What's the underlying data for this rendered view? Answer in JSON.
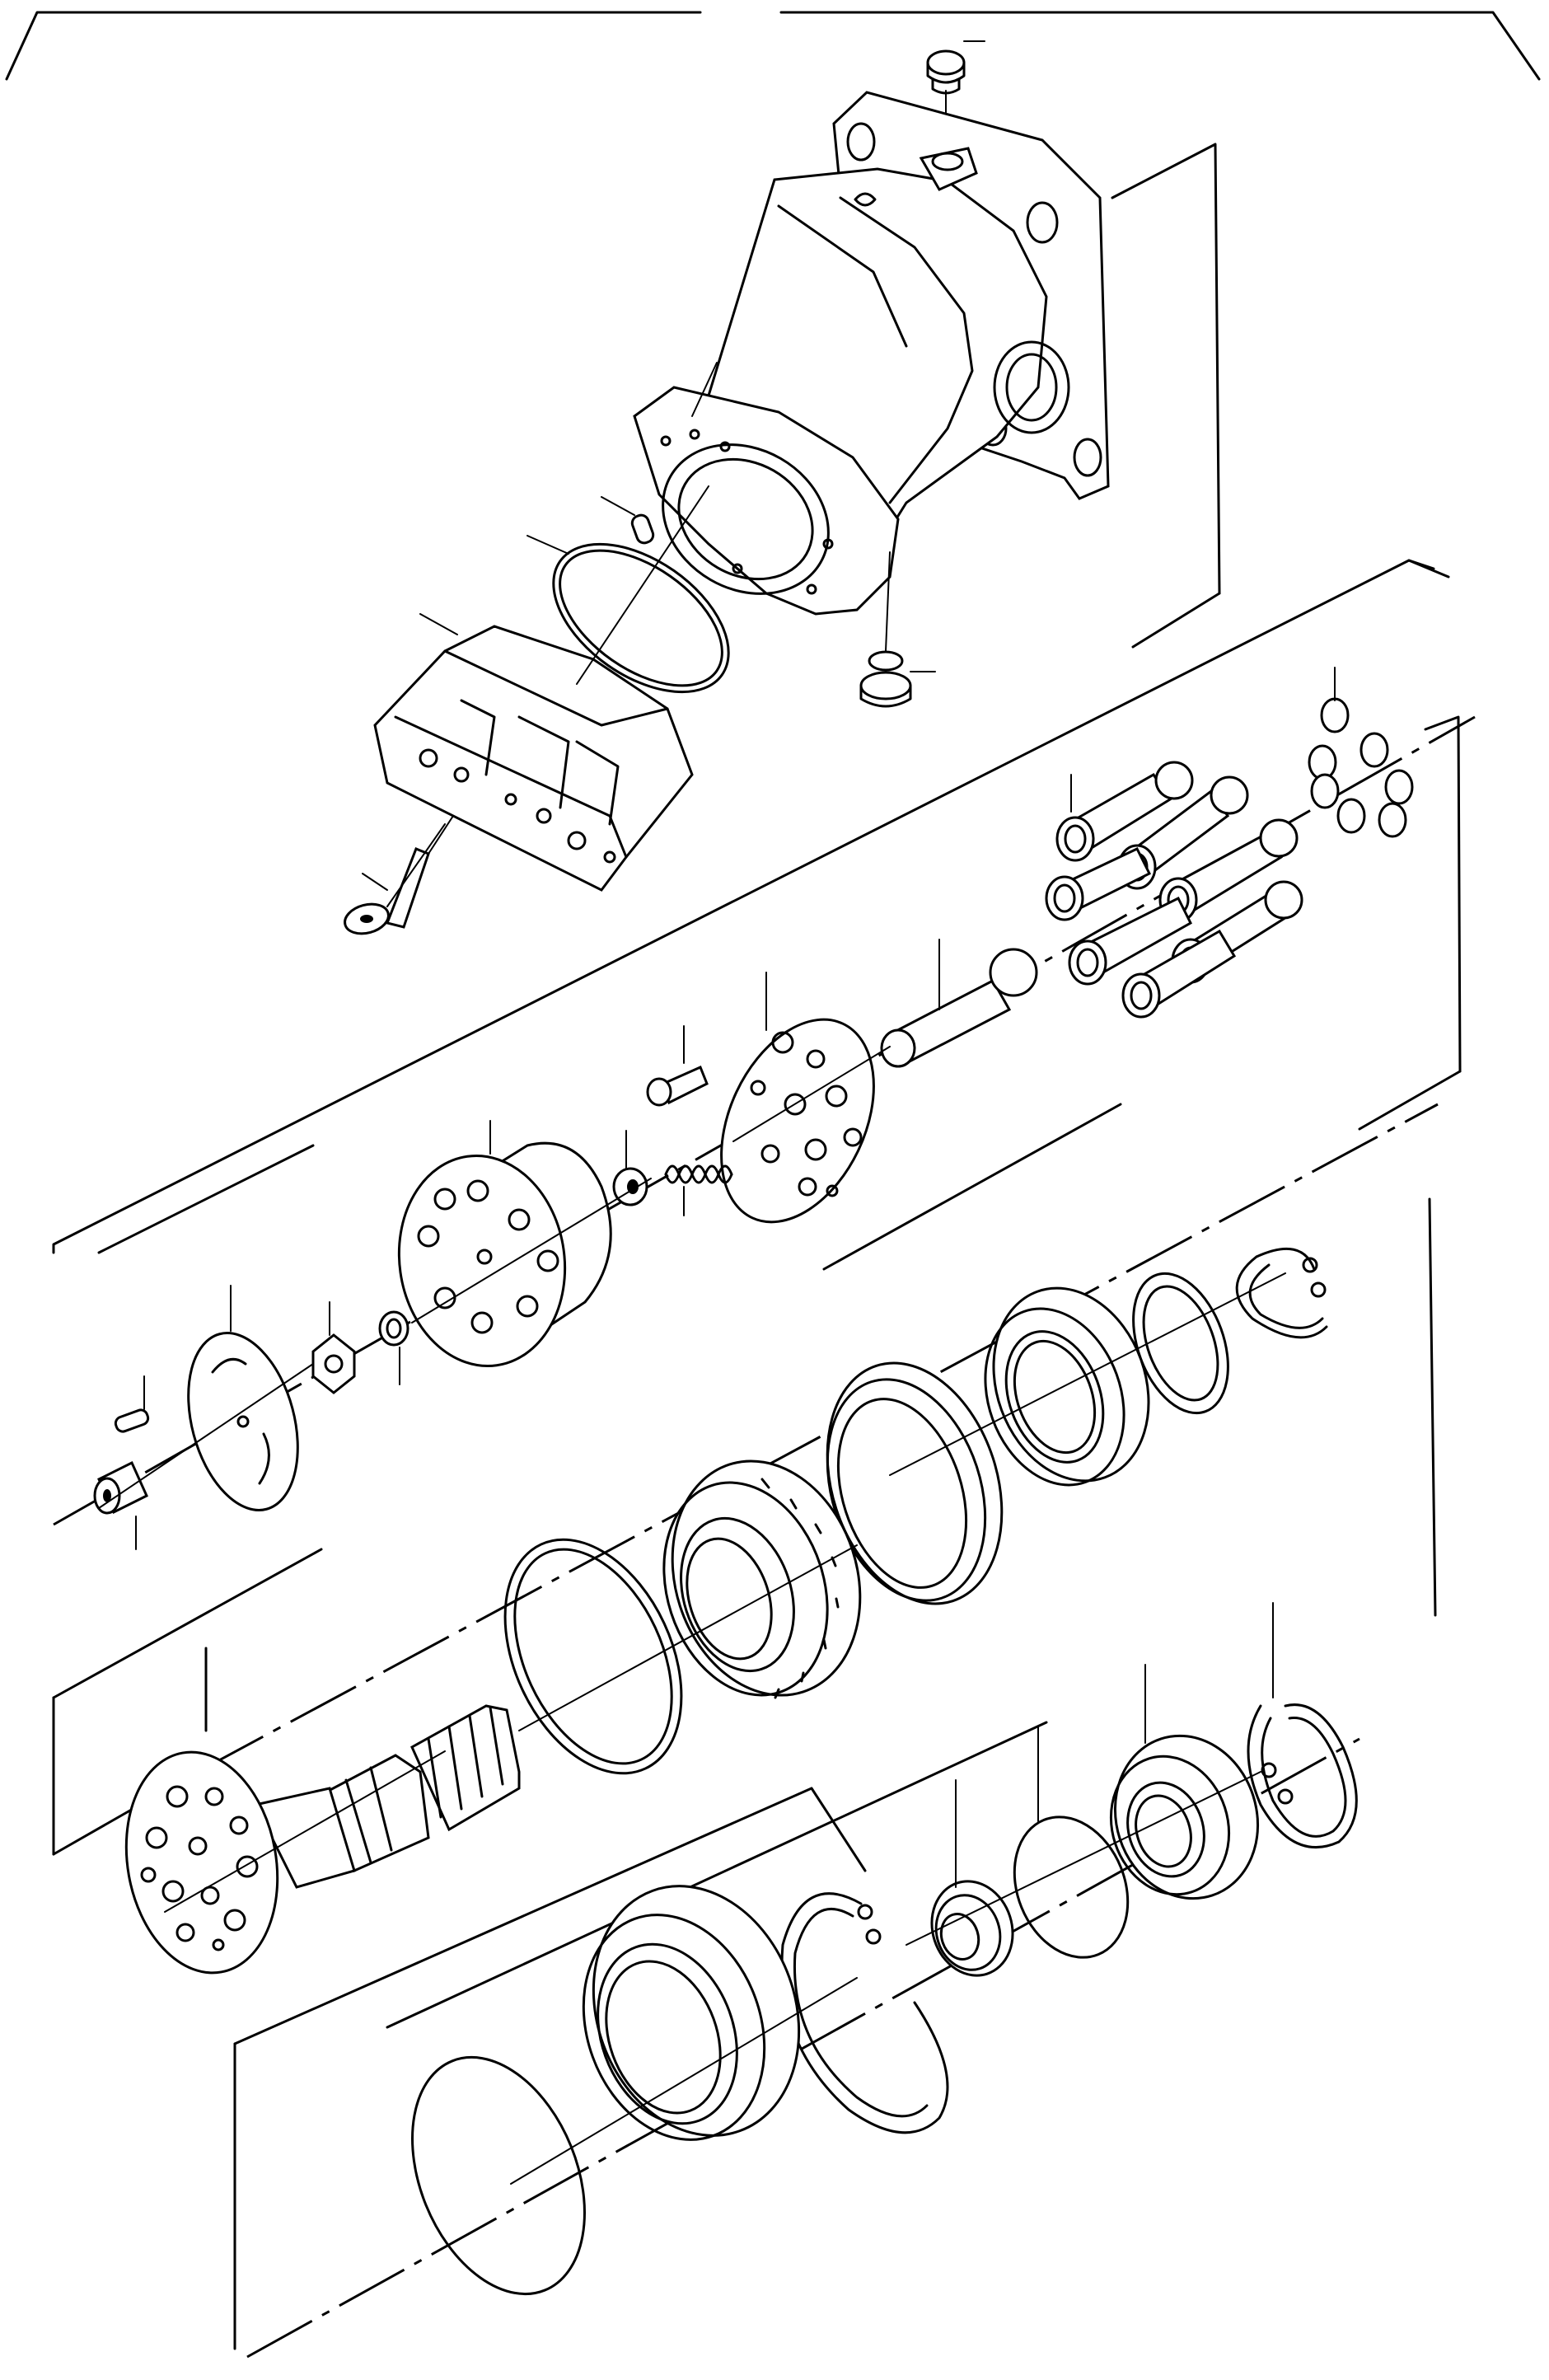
{
  "diagram": {
    "type": "exploded-view",
    "parts": [
      "plug-screw-top",
      "motor-housing",
      "pin",
      "o-ring",
      "port-plate-housing",
      "socket-head-bolt",
      "plug-screw-bottom",
      "piston-shoes",
      "pistons",
      "center-pin",
      "retaining-plate",
      "retaining-screw",
      "spring",
      "spring-seat",
      "cylinder-block",
      "washer",
      "nut",
      "valve-plate",
      "dowel-pin",
      "bushing",
      "snap-ring",
      "seal-ring",
      "roller-bearing",
      "seal-ring-2",
      "ball-bearing",
      "shim",
      "retaining-ring",
      "drive-shaft",
      "seal-cover",
      "o-ring-large",
      "circlip",
      "shaft-seal",
      "o-ring-small",
      "seal-carrier",
      "lock-ring"
    ]
  }
}
